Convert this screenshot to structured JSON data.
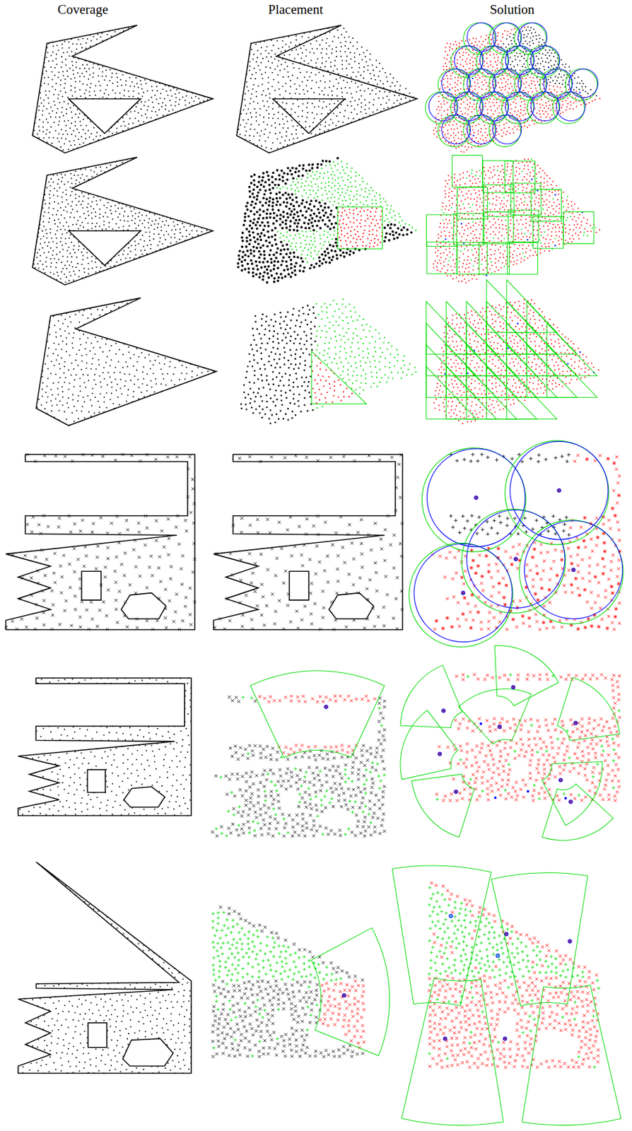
{
  "diagram": {
    "labels": [
      "Coverage",
      "Placement",
      "Solution"
    ]
  }
}
